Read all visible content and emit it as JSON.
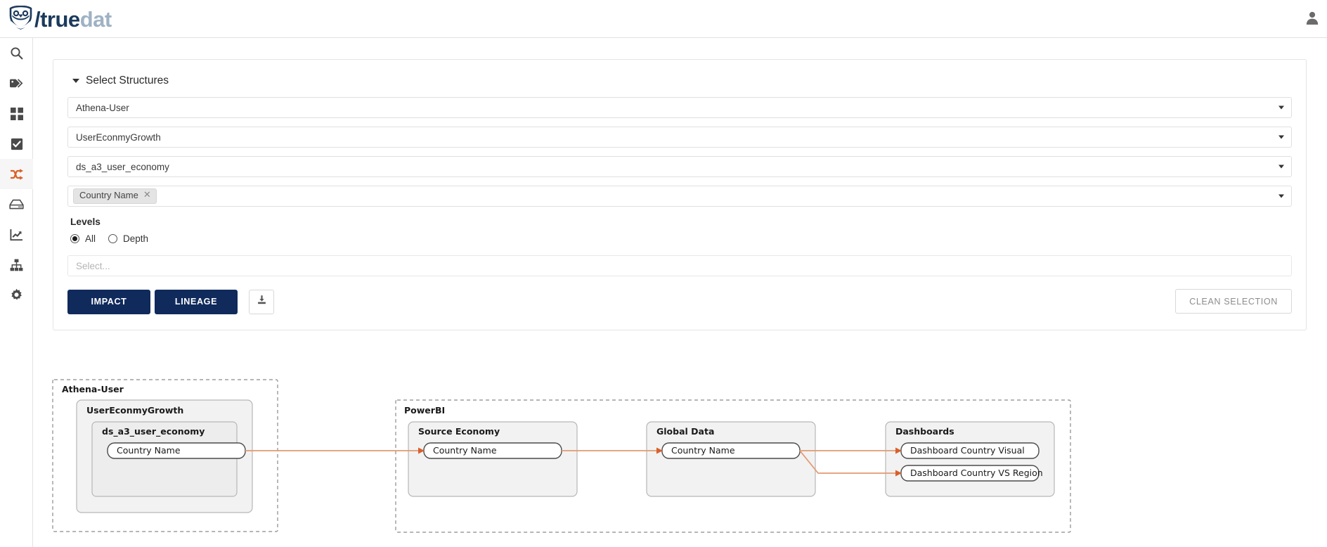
{
  "app": {
    "brand_dark": "/true",
    "brand_light": "dat",
    "brand_color_dark": "#1b3a5c",
    "brand_color_light": "#9fb2c4",
    "accent_color": "#d9602a",
    "primary_button_color": "#102a5c",
    "edge_color": "#e29a72"
  },
  "topbar": {
    "avatar_icon": "user-icon"
  },
  "sidebar": {
    "items": [
      {
        "icon": "search-icon",
        "name": "search",
        "active": false
      },
      {
        "icon": "tags-icon",
        "name": "tags",
        "active": false
      },
      {
        "icon": "grid-icon",
        "name": "domains",
        "active": false
      },
      {
        "icon": "checkbox-icon",
        "name": "quality",
        "active": false
      },
      {
        "icon": "shuffle-icon",
        "name": "lineage",
        "active": true
      },
      {
        "icon": "database-icon",
        "name": "data-dictionary",
        "active": false
      },
      {
        "icon": "chart-icon",
        "name": "metrics",
        "active": false
      },
      {
        "icon": "sitemap-icon",
        "name": "structures",
        "active": false
      },
      {
        "icon": "gear-icon",
        "name": "settings",
        "active": false
      }
    ]
  },
  "panel": {
    "title": "Select Structures",
    "collapse_icon": "caret-down-icon",
    "selects": [
      {
        "value": "Athena-User",
        "name": "system-select"
      },
      {
        "value": "UserEconmyGrowth",
        "name": "group-select"
      },
      {
        "value": "ds_a3_user_economy",
        "name": "structure-select"
      }
    ],
    "fields_select": {
      "chip_label": "Country Name",
      "chip_remove_icon": "close-icon"
    },
    "levels": {
      "label": "Levels",
      "options": [
        {
          "label": "All",
          "selected": true
        },
        {
          "label": "Depth",
          "selected": false
        }
      ],
      "depth_placeholder": "Select..."
    },
    "buttons": {
      "impact": "IMPACT",
      "lineage": "LINEAGE",
      "download_icon": "download-icon",
      "clean_selection": "CLEAN SELECTION"
    }
  },
  "graph": {
    "groups": [
      {
        "name": "athena-user-group",
        "title": "Athena-User",
        "children": [
          {
            "title": "UserEconmyGrowth",
            "children": [
              {
                "title": "ds_a3_user_economy",
                "fields": [
                  "Country Name"
                ]
              }
            ]
          }
        ]
      },
      {
        "name": "powerbi-group",
        "title": "PowerBI",
        "children": [
          {
            "title": "Source Economy",
            "fields": [
              "Country Name"
            ]
          },
          {
            "title": "Global Data",
            "fields": [
              "Country Name"
            ]
          },
          {
            "title": "Dashboards",
            "fields": [
              "Dashboard Country Visual",
              "Dashboard Country VS Region"
            ]
          }
        ]
      }
    ],
    "edges": [
      {
        "from": "ds_a3_user_economy.Country Name",
        "to": "Source Economy.Country Name"
      },
      {
        "from": "Source Economy.Country Name",
        "to": "Global Data.Country Name"
      },
      {
        "from": "Global Data.Country Name",
        "to": "Dashboards.Dashboard Country Visual"
      },
      {
        "from": "Global Data.Country Name",
        "to": "Dashboards.Dashboard Country VS Region"
      }
    ]
  }
}
